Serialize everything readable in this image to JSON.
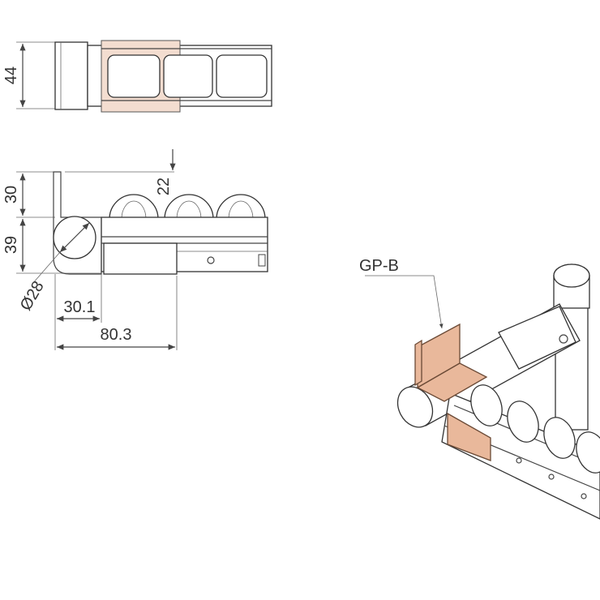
{
  "top_view": {
    "height_dim": "44"
  },
  "side_view": {
    "upper_height_dim": "30",
    "roller_height_dim": "22",
    "lower_height_dim": "39",
    "pipe_diameter_dim": "Ø28",
    "pipe_offset_dim": "30.1",
    "total_width_dim": "80.3"
  },
  "iso_view": {
    "part_label": "GP-B"
  },
  "colors": {
    "bracket": "#e9b89b",
    "line": "#333333"
  }
}
